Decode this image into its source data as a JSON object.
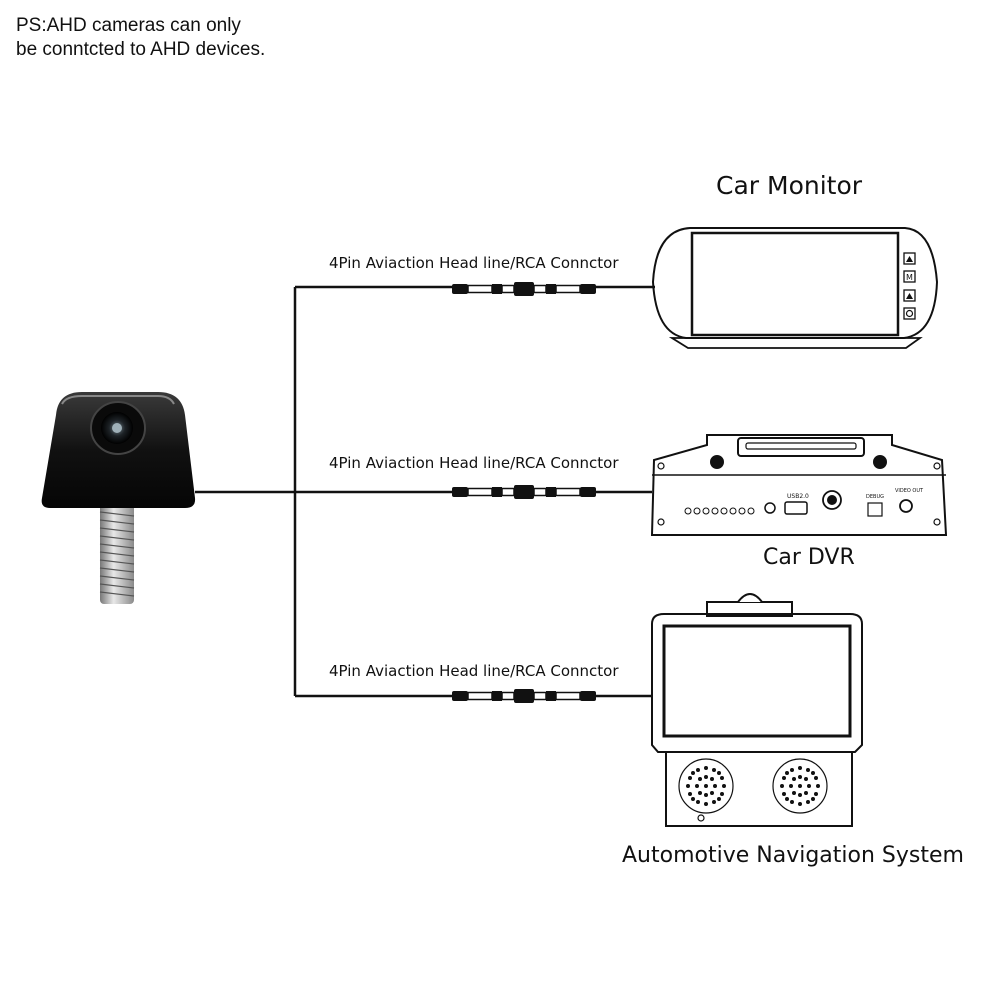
{
  "note": {
    "line1": "PS:AHD cameras can only",
    "line2": "be conntcted to AHD devices."
  },
  "devices": {
    "monitor": {
      "title": "Car Monitor",
      "buttons": [
        "▲",
        "M",
        "▲",
        "⏻"
      ]
    },
    "dvr": {
      "title": "Car DVR",
      "ports": [
        "USB2.0",
        "DEBUG",
        "VIDEO OUT"
      ]
    },
    "nav": {
      "title": "Automotive Navigation System"
    }
  },
  "connectors": [
    {
      "label": "4Pin Aviaction Head line/RCA Connctor"
    },
    {
      "label": "4Pin Aviaction Head line/RCA Connctor"
    },
    {
      "label": "4Pin Aviaction Head line/RCA Connctor"
    }
  ],
  "icons": [
    "camera-icon",
    "car-monitor-icon",
    "car-dvr-icon",
    "navigation-system-icon",
    "connector-icon"
  ]
}
